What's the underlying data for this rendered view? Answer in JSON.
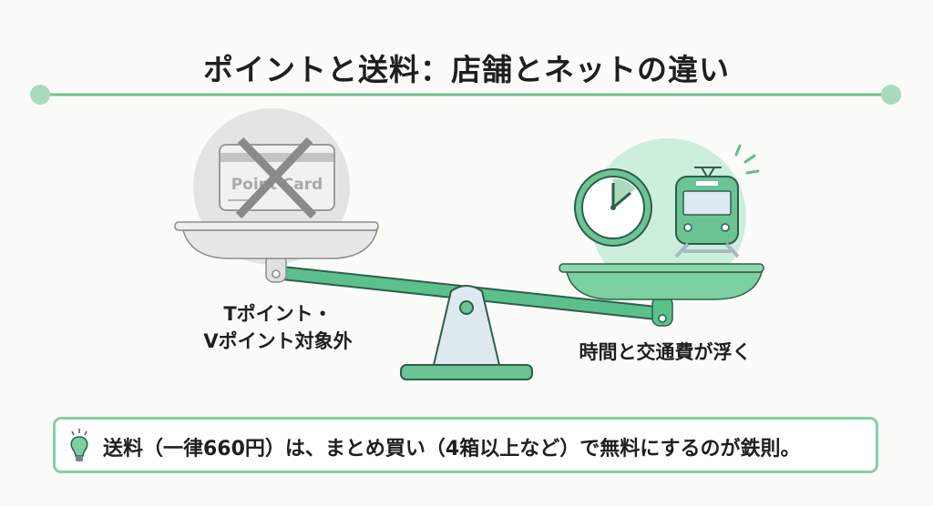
{
  "title": "ポイントと送料：店舗とネットの違い",
  "left_pan": {
    "card_text": "Point Card",
    "label_line1": "Tポイント・",
    "label_line2": "Vポイント対象外"
  },
  "right_pan": {
    "label": "時間と交通費が浮く"
  },
  "tip": {
    "icon": "lightbulb-icon",
    "text": "送料（一律660円）は、まとめ買い（4箱以上など）で無料にするのが鉄則。"
  },
  "colors": {
    "accent": "#5cc08a",
    "outline": "#2e5e4c",
    "gray": "#cfcfcf"
  }
}
